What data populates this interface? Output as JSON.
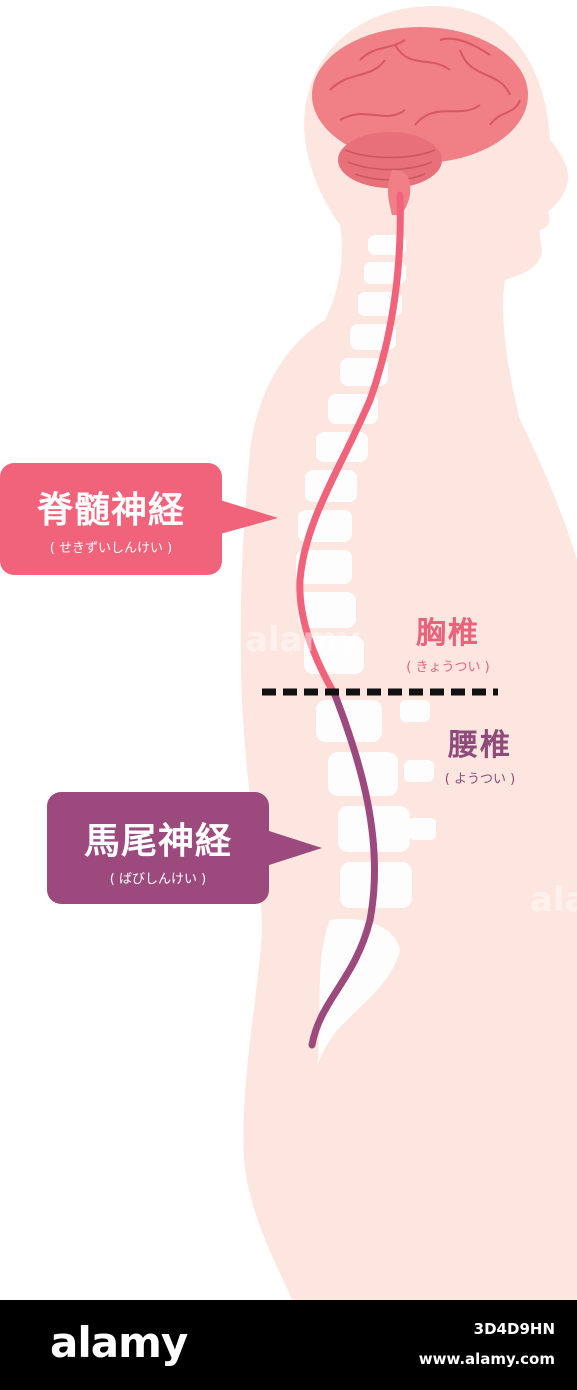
{
  "callouts": {
    "spinal_cord": {
      "label": "脊髄神経",
      "reading": "( せきずいしんけい )"
    },
    "cauda_equina": {
      "label": "馬尾神経",
      "reading": "( ばびしんけい )"
    }
  },
  "regions": {
    "thoracic": {
      "label": "胸椎",
      "reading": "( きょうつい )"
    },
    "lumbar": {
      "label": "腰椎",
      "reading": "( ようつい )"
    }
  },
  "watermark": {
    "text": "alamy"
  },
  "footer": {
    "logo": "alamy",
    "image_id": "3D4D9HN",
    "url": "www.alamy.com"
  },
  "colors": {
    "body": "#fde6df",
    "spine": "#ffffff",
    "spinal_nerve": "#f0637a",
    "cauda_nerve": "#9c4a7e",
    "brain": "#f07f86",
    "divider": "#111111"
  }
}
